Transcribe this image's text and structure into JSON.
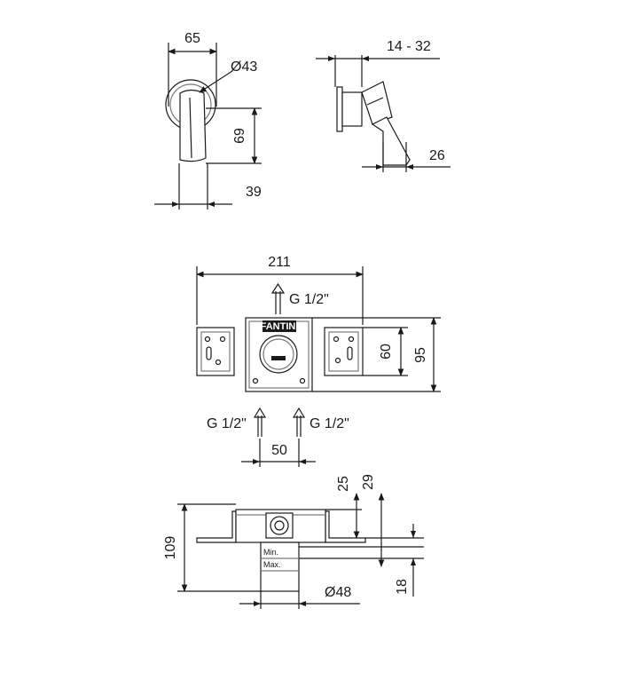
{
  "front_view": {
    "width_dim": "65",
    "handle_diameter": "Ø43",
    "height_dim": "69",
    "base_dim": "39"
  },
  "side_view": {
    "wall_range": "14 - 32",
    "depth_dim": "26"
  },
  "body_top_view": {
    "overall_width": "211",
    "outlet_thread": "G 1/2\"",
    "inner_height": "60",
    "overall_height": "95",
    "inlet_left_thread": "G 1/2\"",
    "inlet_right_thread": "G 1/2\"",
    "inlet_spacing": "50",
    "brand_label": "FANTINI"
  },
  "body_side_view": {
    "total_height": "109",
    "dim_25": "25",
    "dim_29": "29",
    "min_label": "Min.",
    "max_label": "Max.",
    "sleeve_diameter": "Ø48",
    "dim_18": "18"
  }
}
